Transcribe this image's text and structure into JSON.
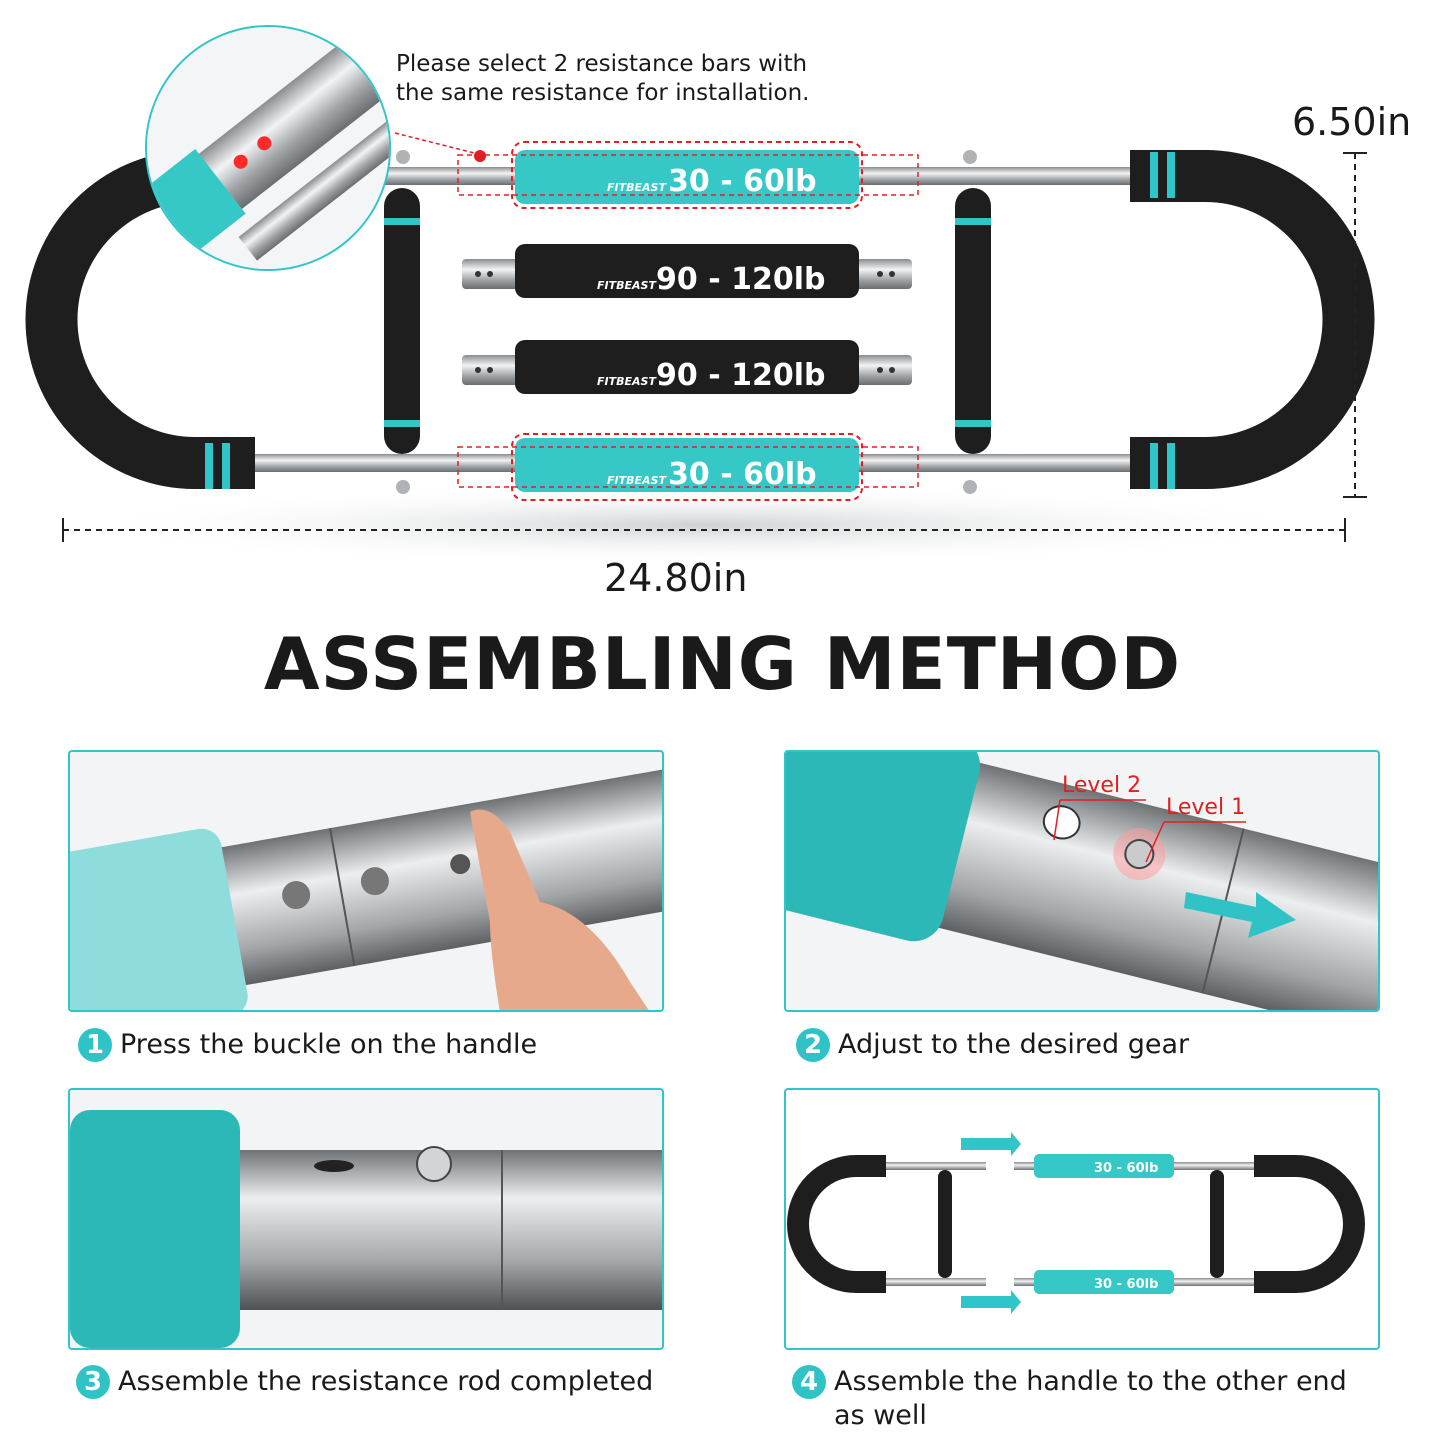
{
  "note_line1": "Please select 2 resistance bars with",
  "note_line2": "the same resistance for installation.",
  "dimension_height": "6.50in",
  "dimension_width": "24.80in",
  "brand": "FITBEAST",
  "bars": [
    {
      "label": "30 - 60lb",
      "color": "#36c8c7"
    },
    {
      "label": "90 - 120lb",
      "color": "#1e1e1e"
    },
    {
      "label": "90 - 120lb",
      "color": "#1e1e1e"
    },
    {
      "label": "30 - 60lb",
      "color": "#36c8c7"
    }
  ],
  "title": "ASSEMBLING METHOD",
  "levels": {
    "level2": "Level 2",
    "level1": "Level 1"
  },
  "steps": [
    {
      "num": "1",
      "text": "Press the buckle on the handle"
    },
    {
      "num": "2",
      "text": "Adjust to the desired gear"
    },
    {
      "num": "3",
      "text": "Assemble the resistance rod completed"
    },
    {
      "num": "4",
      "text": "Assemble the handle to the other end as well"
    }
  ],
  "colors": {
    "accent": "#30c5c8",
    "foam": "#1e1e1e",
    "red": "#e02020"
  }
}
